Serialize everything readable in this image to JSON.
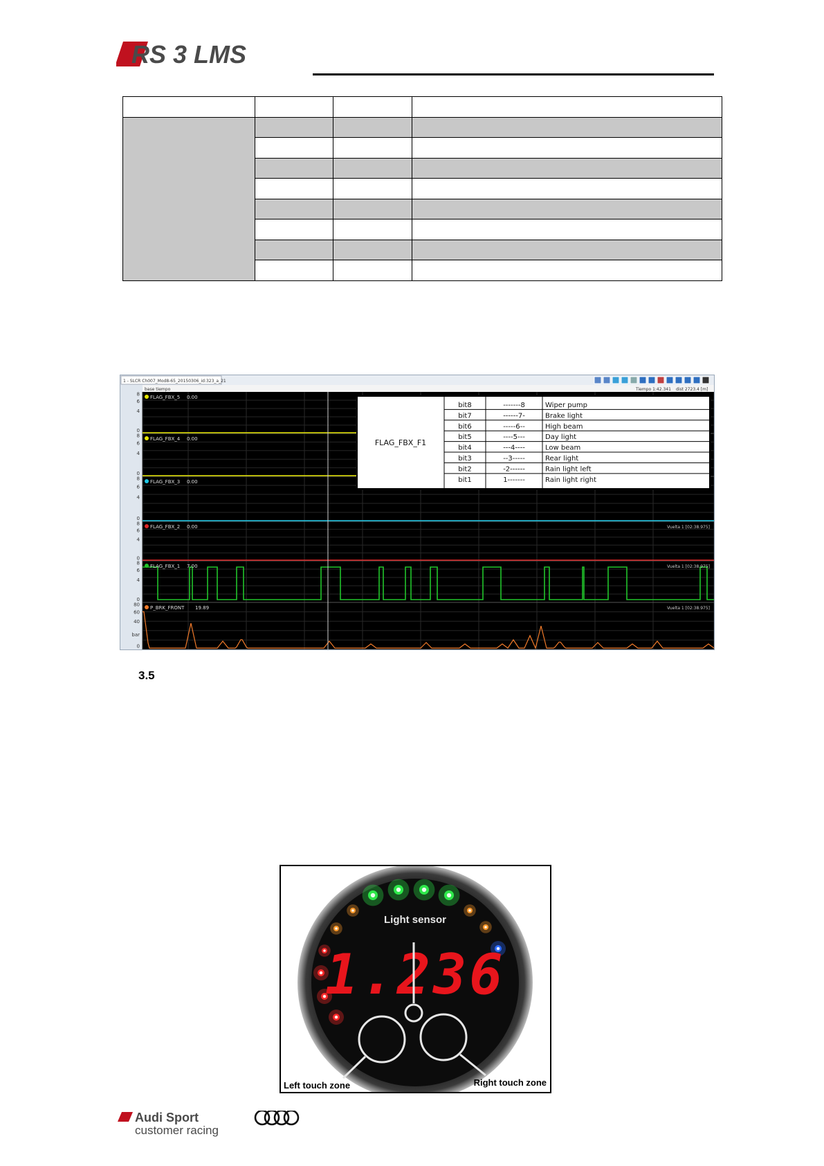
{
  "header": {
    "logo_text": "RS 3 LMS"
  },
  "table": {
    "rows": 9
  },
  "telemetry": {
    "window_title": "1 - SLCR Ch007_Mod8-65_20150306_id:323_a_21",
    "subtitle": "base tiempo",
    "time_readout": "Tiempo  1:42.341",
    "dist_readout": "dist  2723.4 [m]",
    "lap_label": "Vuelta 1 [02:38.975]",
    "channels": [
      {
        "name": "FLAG_FBX_5",
        "value": "0.00",
        "color": "#e6e600"
      },
      {
        "name": "FLAG_FBX_4",
        "value": "0.00",
        "color": "#e6e600"
      },
      {
        "name": "FLAG_FBX_3",
        "value": "0.00",
        "color": "#1ec8e6"
      },
      {
        "name": "FLAG_FBX_2",
        "value": "0.00",
        "color": "#e02828"
      },
      {
        "name": "FLAG_FBX_1",
        "value": "7.00",
        "color": "#21c42a"
      },
      {
        "name": "P_BRK_FRONT",
        "value": "19.89",
        "color": "#f07a2a"
      }
    ],
    "axis_ticks": [
      "8",
      "6",
      "4",
      "0"
    ],
    "brake_axis_ticks": [
      "80",
      "60",
      "40",
      "bar",
      "0"
    ],
    "bit_table": {
      "signal": "FLAG_FBX_F1",
      "rows": [
        {
          "bit": "bit8",
          "mask": "-------8",
          "desc": "Wiper pump"
        },
        {
          "bit": "bit7",
          "mask": "------7-",
          "desc": "Brake light"
        },
        {
          "bit": "bit6",
          "mask": "-----6--",
          "desc": "High beam"
        },
        {
          "bit": "bit5",
          "mask": "----5---",
          "desc": "Day light"
        },
        {
          "bit": "bit4",
          "mask": "---4----",
          "desc": "Low beam"
        },
        {
          "bit": "bit3",
          "mask": "--3-----",
          "desc": "Rear light"
        },
        {
          "bit": "bit2",
          "mask": "-2------",
          "desc": "Rain light left"
        },
        {
          "bit": "bit1",
          "mask": "1-------",
          "desc": "Rain light right"
        }
      ]
    }
  },
  "section": {
    "number": "3.5"
  },
  "display": {
    "digits": "1.236",
    "light_sensor_label": "Light sensor",
    "left_zone_label": "Left touch zone",
    "right_zone_label": "Right touch zone"
  },
  "footer": {
    "brand_line1": "Audi Sport",
    "brand_line2": "customer racing"
  }
}
